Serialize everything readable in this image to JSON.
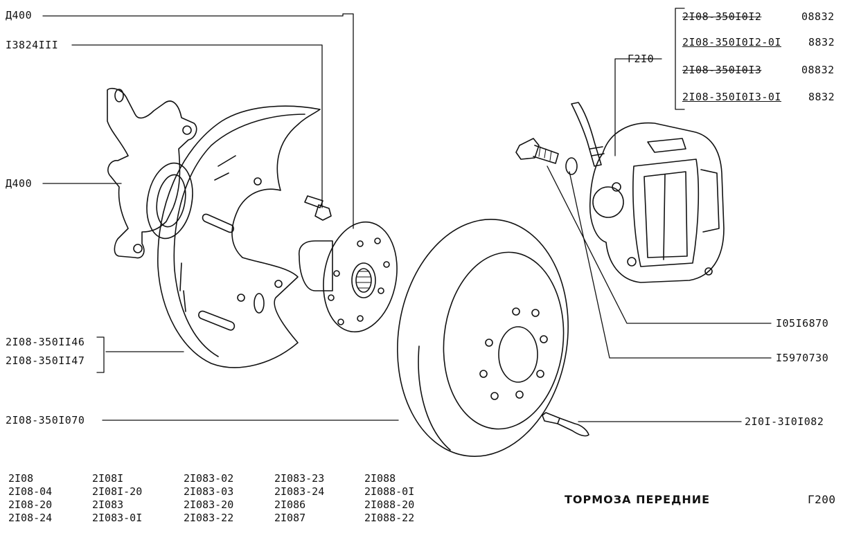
{
  "callouts": {
    "top_left_1": "Д400",
    "top_left_2": "I3824III",
    "mid_left": "Д400",
    "bracket_a": "2I08-350II46",
    "bracket_b": "2I08-350II47",
    "disc": "2I08-350I070",
    "caliper_ref": "Г2I0",
    "right_1": "I05I6870",
    "right_2": "I5970730",
    "right_3": "2I0I-3I0I082"
  },
  "caliper_parts": [
    {
      "code": "2I08-350I0I2",
      "num": "08832",
      "struck": true
    },
    {
      "code": "2I08-350I0I2-0I",
      "num": "8832",
      "struck": false
    },
    {
      "code": "2I08-350I0I3",
      "num": "08832",
      "struck": true
    },
    {
      "code": "2I08-350I0I3-0I",
      "num": "8832",
      "struck": false
    }
  ],
  "models": [
    [
      "2I08",
      "2I08-04",
      "2I08-20",
      "2I08-24"
    ],
    [
      "2I08I",
      "2I08I-20",
      "2I083",
      "2I083-0I"
    ],
    [
      "2I083-02",
      "2I083-03",
      "2I083-20",
      "2I083-22"
    ],
    [
      "2I083-23",
      "2I083-24",
      "2I086",
      "2I087"
    ],
    [
      "2I088",
      "2I088-0I",
      "2I088-20",
      "2I088-22"
    ]
  ],
  "title": "ТОРМОЗА ПЕРЕДНИЕ",
  "page_code": "Г200"
}
